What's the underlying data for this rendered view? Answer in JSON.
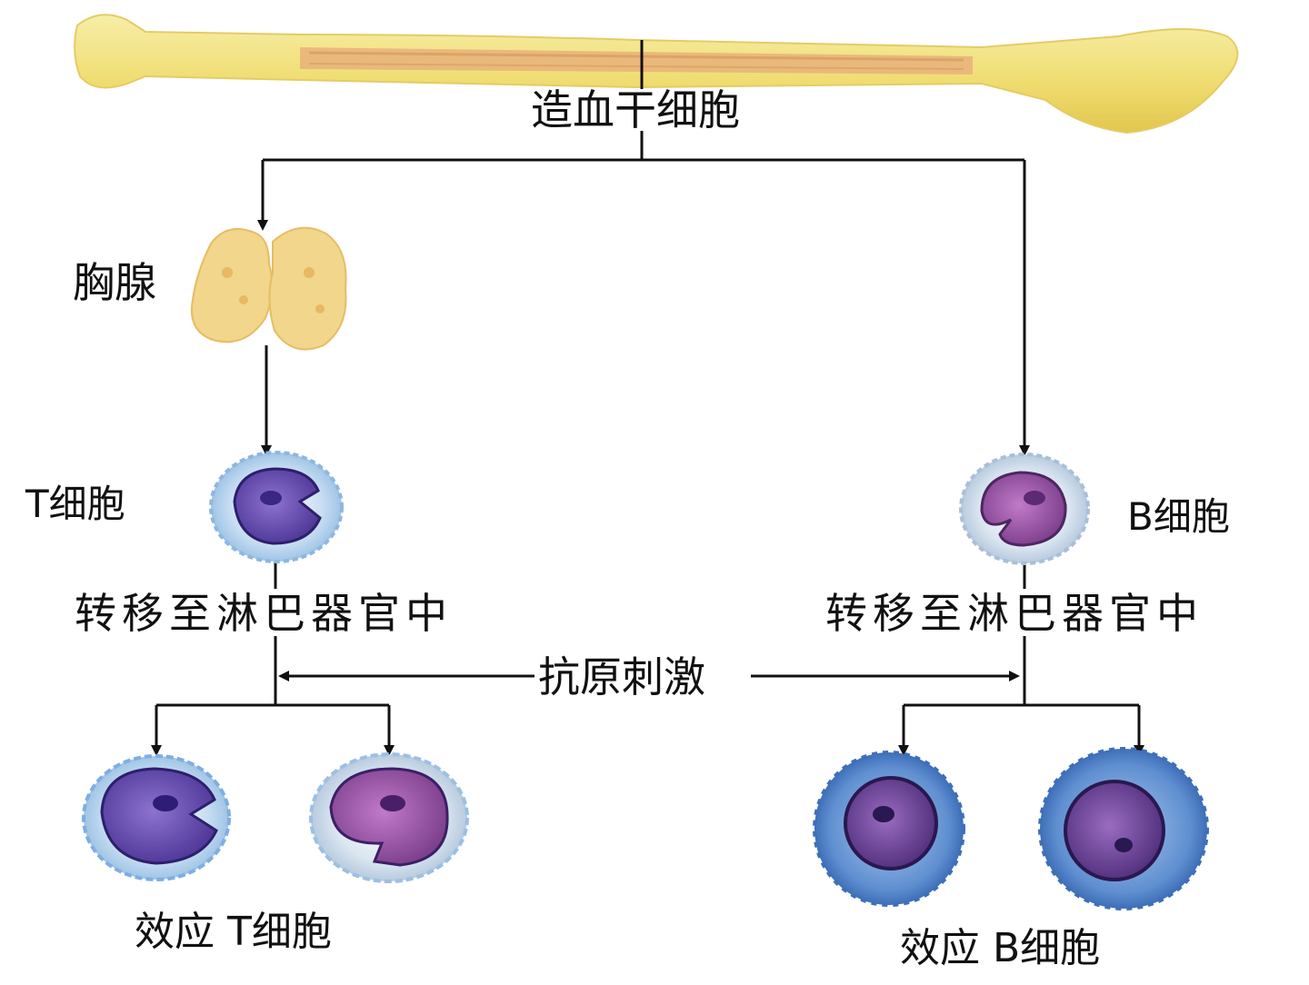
{
  "labels": {
    "hematopoietic_stem_cell": "造血干细胞",
    "thymus": "胸腺",
    "t_cell": "T细胞",
    "b_cell": "B细胞",
    "migrate_t": "转移至淋巴器官中",
    "migrate_b": "转移至淋巴器官中",
    "antigen_stimulation": "抗原刺激",
    "effector_t_cell": "效应 T细胞",
    "effector_b_cell": "效应 B细胞"
  },
  "colors": {
    "bone": "#f2e27a",
    "marrow": "#e9b77c",
    "thymus": "#f1d68c",
    "t_cytoplasm": "#c8def2",
    "t_nucleus": "#6b4fb5",
    "b_cytoplasm": "#dbe6f0",
    "b_nucleus": "#9c5aa8",
    "plasma_cytoplasm": "#6f9fd8",
    "plasma_nucleus": "#7b4a9c",
    "arrow": "#111111"
  }
}
